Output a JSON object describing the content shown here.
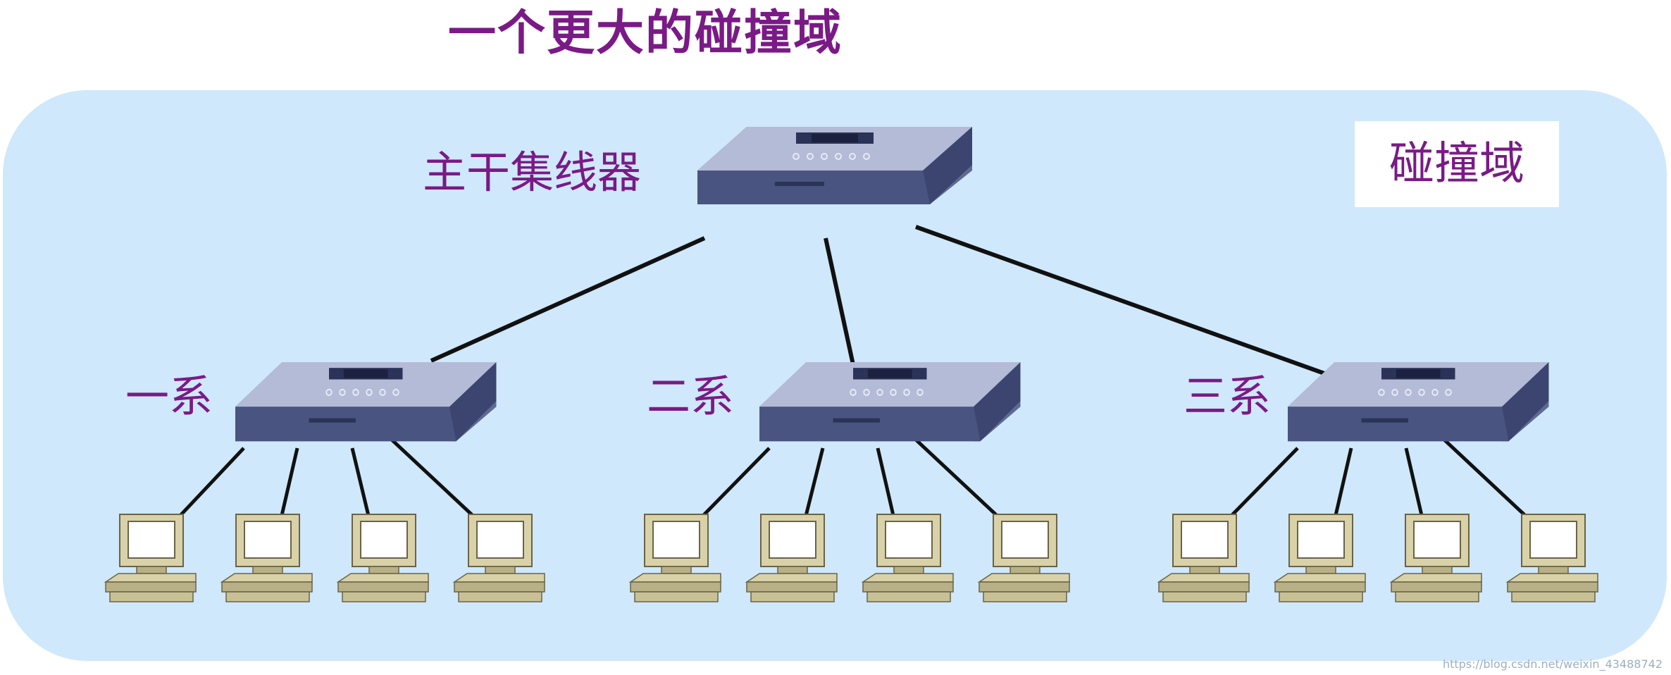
{
  "title": "一个更大的碰撞域",
  "domain_label": "碰撞域",
  "backbone": {
    "label": "主干集线器"
  },
  "departments": [
    {
      "label": "一系",
      "pcs": 4
    },
    {
      "label": "二系",
      "pcs": 4
    },
    {
      "label": "三系",
      "pcs": 4
    }
  ],
  "watermark": "https://blog.csdn.net/weixin_43488742",
  "colors": {
    "label": "#7a1a86",
    "domain_fill": "#cfe8fb"
  }
}
